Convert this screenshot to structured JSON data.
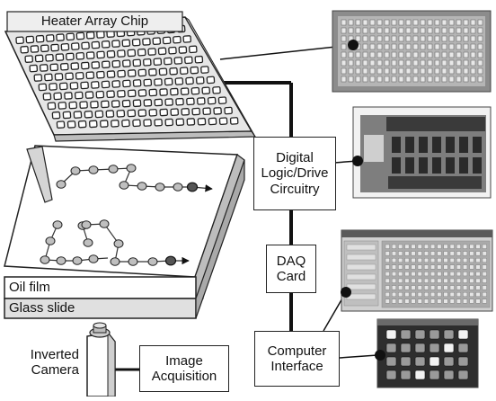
{
  "labels": {
    "heater_array_chip": "Heater Array Chip",
    "oil_film": "Oil film",
    "glass_slide": "Glass slide",
    "digital_logic": [
      "Digital",
      "Logic/Drive",
      "Circuitry"
    ],
    "daq_card": [
      "DAQ",
      "Card"
    ],
    "computer_interface": [
      "Computer",
      "Interface"
    ],
    "image_acquisition": [
      "Image",
      "Acquisition"
    ],
    "inverted_camera": [
      "Inverted",
      "Camera"
    ]
  },
  "colors": {
    "line": "#111111",
    "chip_top": "#e6e6e6",
    "chip_side": "#bdbdbd",
    "droplet": "#bfbfbf",
    "photo_dark": "#3a3a3a",
    "photo_mid": "#9a9a9a"
  }
}
